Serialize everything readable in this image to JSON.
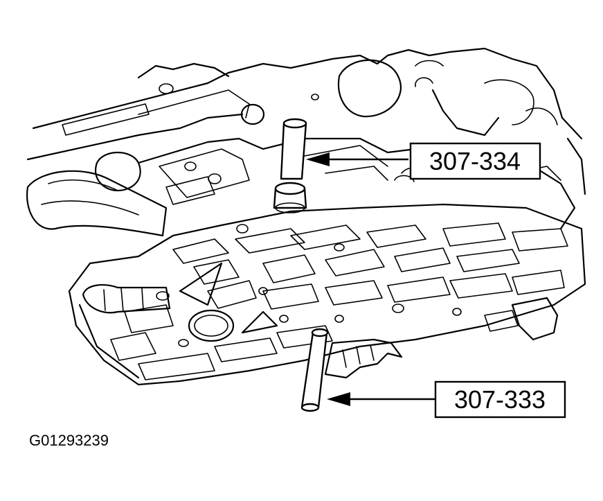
{
  "callouts": [
    {
      "label": "307-334"
    },
    {
      "label": "307-333"
    }
  ],
  "figure_id": "G01293239"
}
